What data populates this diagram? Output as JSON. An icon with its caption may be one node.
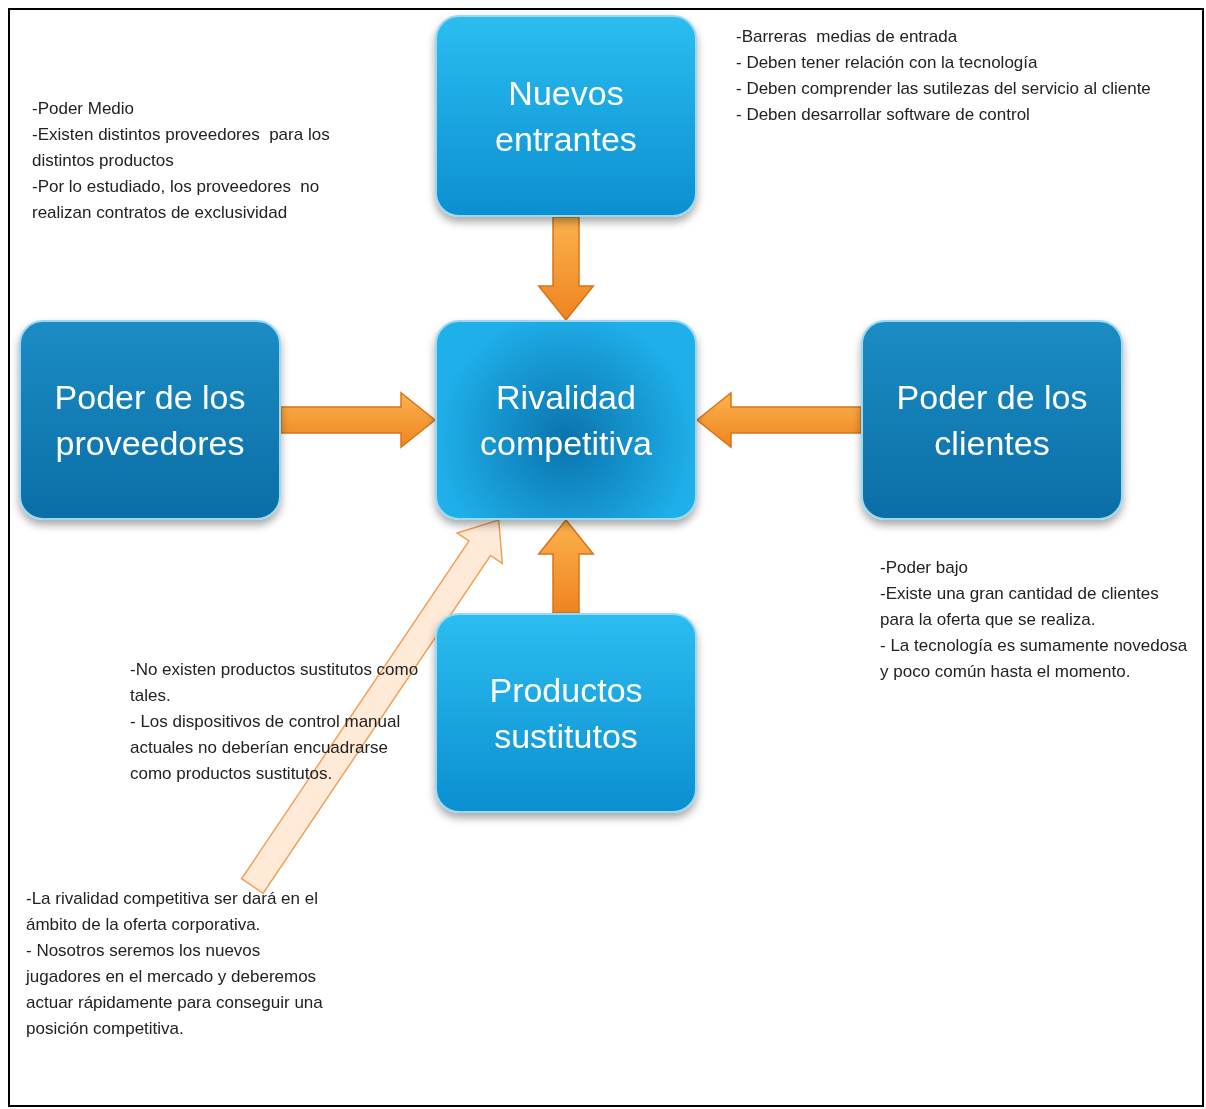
{
  "diagram": {
    "nodes": [
      {
        "text": [
          "Nuevos entrantes"
        ],
        "beside": [
          "-Barreras  medias de entrada",
          "- Deben tener relación con la tecnología",
          "- Deben comprender las sutilezas del servicio al cliente",
          "- Deben desarrollar software de control"
        ]
      },
      {
        "text": [
          "Poder de los proveedores"
        ],
        "beside": [
          "-Poder Medio",
          "-Existen distintos proveedores  para los distintos productos",
          "-Por lo estudiado, los proveedores  no realizan contratos de exclusividad"
        ]
      },
      {
        "text": [
          "Rivalidad competitiva"
        ]
      },
      {
        "text": [
          "Poder de los clientes"
        ],
        "beside": [
          "-Poder bajo",
          "-Existe una gran cantidad de clientes para la oferta que se realiza.",
          "- La tecnología es sumamente novedosa y poco común hasta el momento."
        ]
      },
      {
        "text": [
          "Productos sustitutos"
        ],
        "beside": [
          "-No existen productos sustitutos como tales.",
          "- Los dispositivos de control manual actuales no deberían encuadrarse como productos sustitutos."
        ]
      },
      {
        "text": [
          "-La rivalidad competitiva ser dará en el ámbito de la oferta corporativa.",
          "- Nosotros seremos los nuevos jugadores en el mercado y deberemos actuar rápidamente para conseguir una posición competitiva."
        ]
      }
    ],
    "edges": [
      {
        "from": 0,
        "to": 2,
        "arrow": "to"
      },
      {
        "from": 1,
        "to": 2,
        "arrow": "to"
      },
      {
        "from": 3,
        "to": 2,
        "arrow": "to"
      },
      {
        "from": 4,
        "to": 2,
        "arrow": "to"
      },
      {
        "from": 5,
        "to": 2,
        "arrow": "to",
        "color": "#fde3c9"
      }
    ]
  }
}
